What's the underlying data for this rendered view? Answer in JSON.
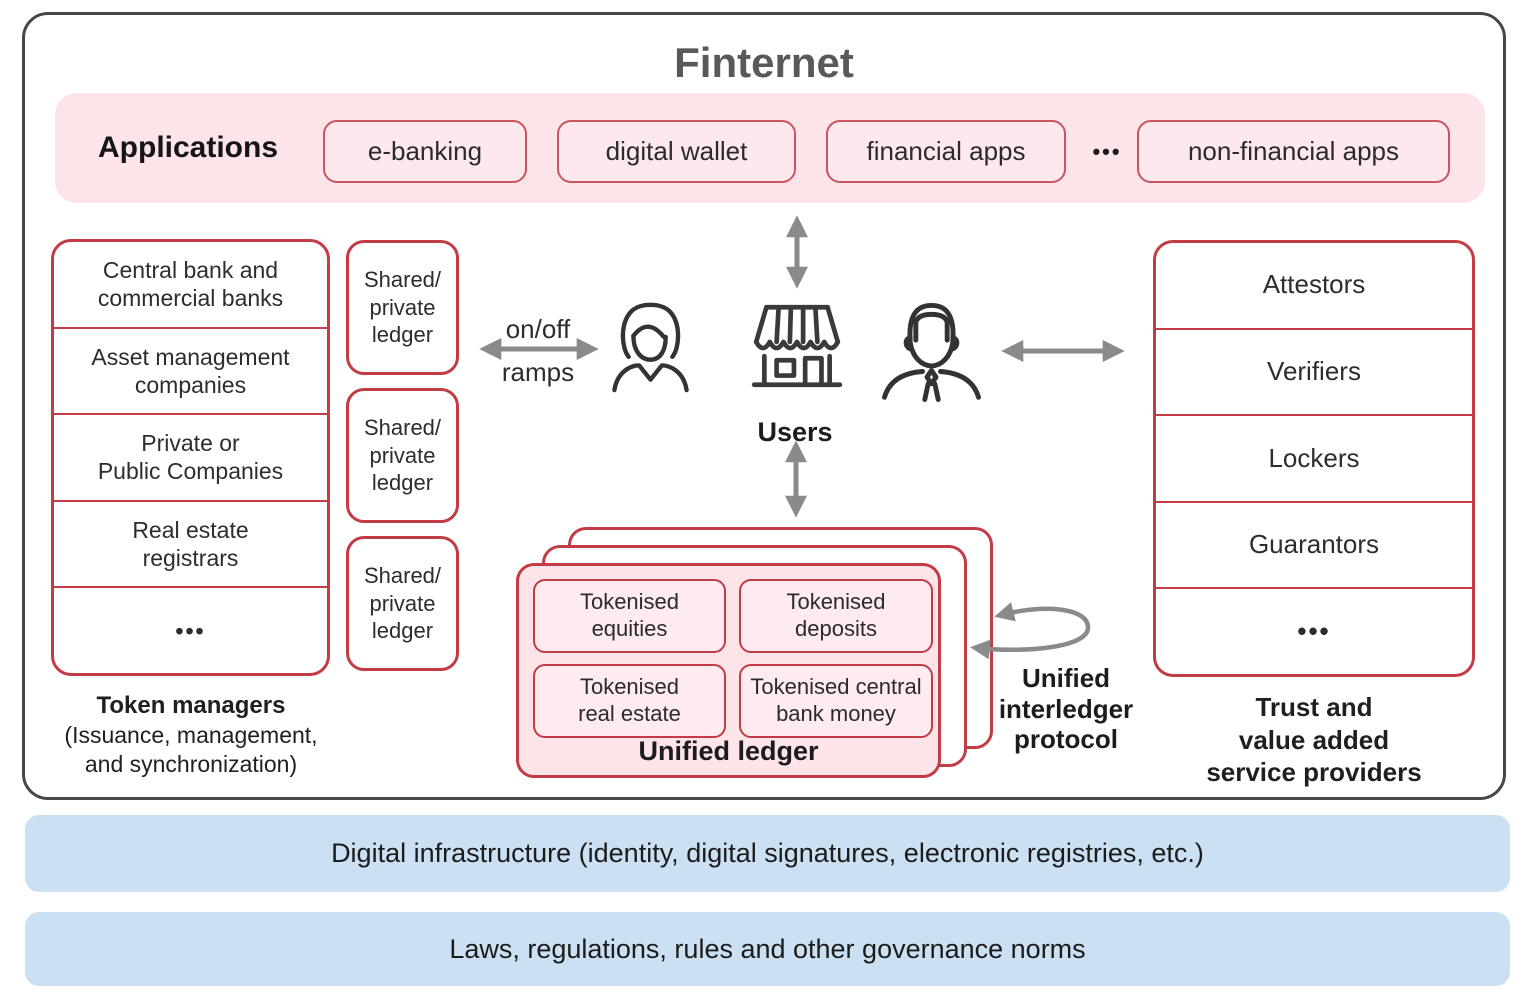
{
  "title": "Finternet",
  "applications": {
    "label": "Applications",
    "apps": [
      "e-banking",
      "digital wallet",
      "financial apps",
      "non-financial apps"
    ],
    "ellipsis": "•••"
  },
  "token_managers": {
    "rows": [
      "Central bank and\ncommercial banks",
      "Asset management\ncompanies",
      "Private or\nPublic Companies",
      "Real estate\nregistrars",
      "•••"
    ],
    "caption_title": "Token managers",
    "caption_sub": "(Issuance, management,\nand synchronization)"
  },
  "shared_ledgers": {
    "items": [
      "Shared/\nprivate\nledger",
      "Shared/\nprivate\nledger",
      "Shared/\nprivate\nledger"
    ]
  },
  "center": {
    "on_off_top": "on/off",
    "on_off_bottom": "ramps",
    "users_label": "Users",
    "icons": [
      "woman-icon",
      "storefront-icon",
      "man-icon"
    ]
  },
  "unified_ledger": {
    "cells": [
      "Tokenised\nequities",
      "Tokenised\ndeposits",
      "Tokenised\nreal estate",
      "Tokenised central\nbank money"
    ],
    "label": "Unified ledger"
  },
  "interledger": {
    "label": "Unified\ninterledger\nprotocol"
  },
  "trust_providers": {
    "rows": [
      "Attestors",
      "Verifiers",
      "Lockers",
      "Guarantors",
      "•••"
    ],
    "caption": "Trust and\nvalue added\nservice providers"
  },
  "foundation": {
    "digital_infrastructure": "Digital infrastructure  (identity, digital signatures, electronic registries, etc.)",
    "laws": "Laws, regulations, rules and other governance norms"
  },
  "colors": {
    "red_border": "#c23b45",
    "pink_fill": "#fce4e9",
    "blue_fill": "#cbe0f2",
    "arrow_gray": "#8a8a8a",
    "title_gray": "#595959"
  }
}
